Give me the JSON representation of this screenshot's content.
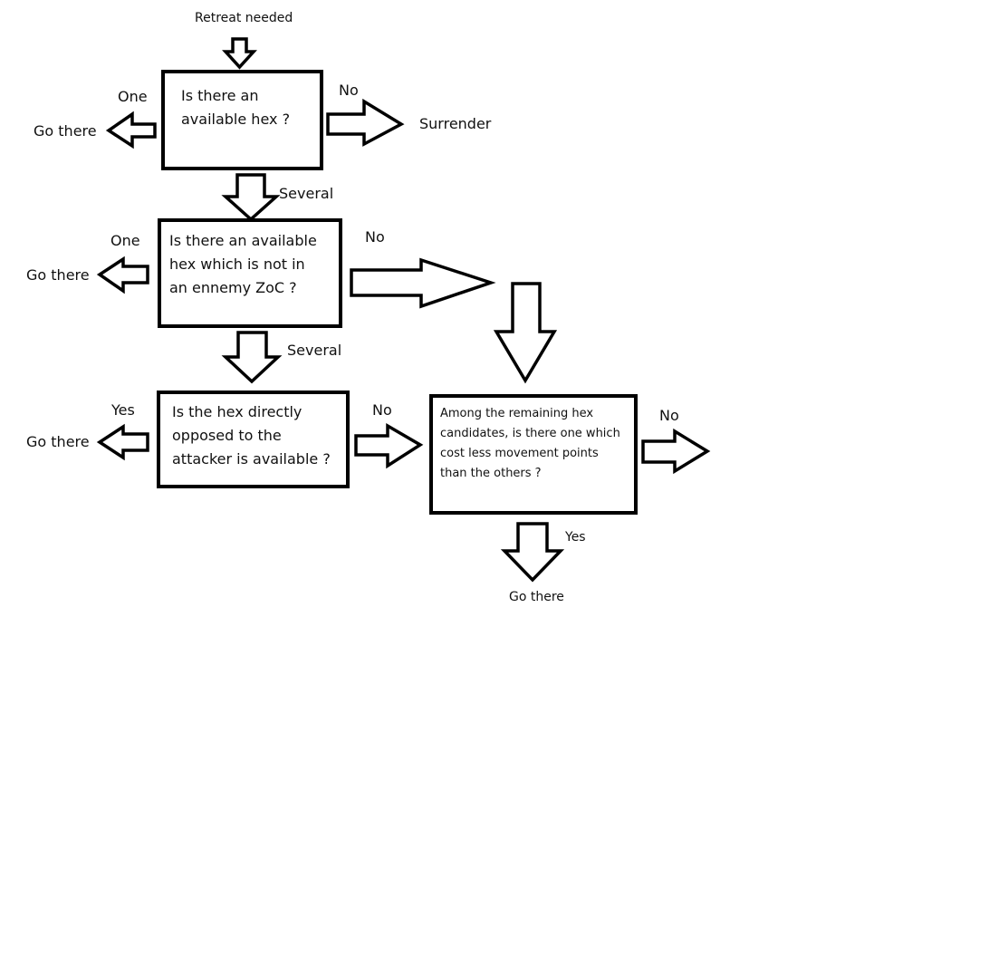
{
  "start": "Retreat needed",
  "q1": {
    "lines": [
      "Is there an",
      "available hex ?"
    ],
    "one": "One",
    "go_there": "Go there",
    "no": "No",
    "surrender": "Surrender",
    "several": "Several"
  },
  "q2": {
    "lines": [
      "Is there an available",
      "hex which is not in",
      "an ennemy ZoC ?"
    ],
    "one": "One",
    "go_there": "Go there",
    "no": "No",
    "several": "Several"
  },
  "q3": {
    "lines": [
      "Is the hex directly",
      "opposed to the",
      "attacker is available ?"
    ],
    "yes": "Yes",
    "go_there": "Go there",
    "no": "No"
  },
  "q4": {
    "lines": [
      "Among the remaining hex",
      "candidates, is there one which",
      "cost less movement points",
      "than the others ?"
    ],
    "no": "No",
    "yes": "Yes",
    "go_there": "Go there"
  }
}
